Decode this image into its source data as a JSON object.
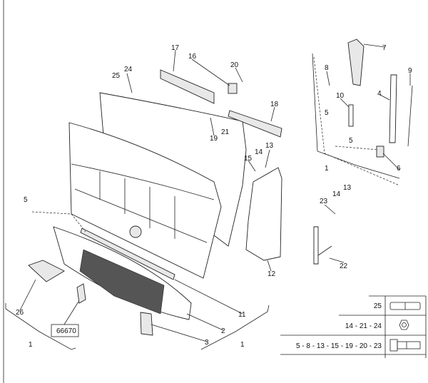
{
  "diagram": {
    "callouts": [
      "17",
      "16",
      "20",
      "25",
      "24",
      "18",
      "19",
      "21",
      "15",
      "14",
      "13",
      "12",
      "11",
      "2",
      "3",
      "1",
      "1",
      "26",
      "5",
      "7",
      "8",
      "9",
      "4",
      "10",
      "5",
      "5",
      "6",
      "1",
      "23",
      "14",
      "13",
      "22"
    ],
    "reference_box": "66670",
    "legend": [
      {
        "items": "25",
        "icon": "washer-spacer-icon"
      },
      {
        "items": "14 - 21 - 24",
        "icon": "nut-icon"
      },
      {
        "items": "5 - 8 - 13 - 15 - 19 - 20 - 23",
        "icon": "bolt-icon"
      }
    ]
  }
}
